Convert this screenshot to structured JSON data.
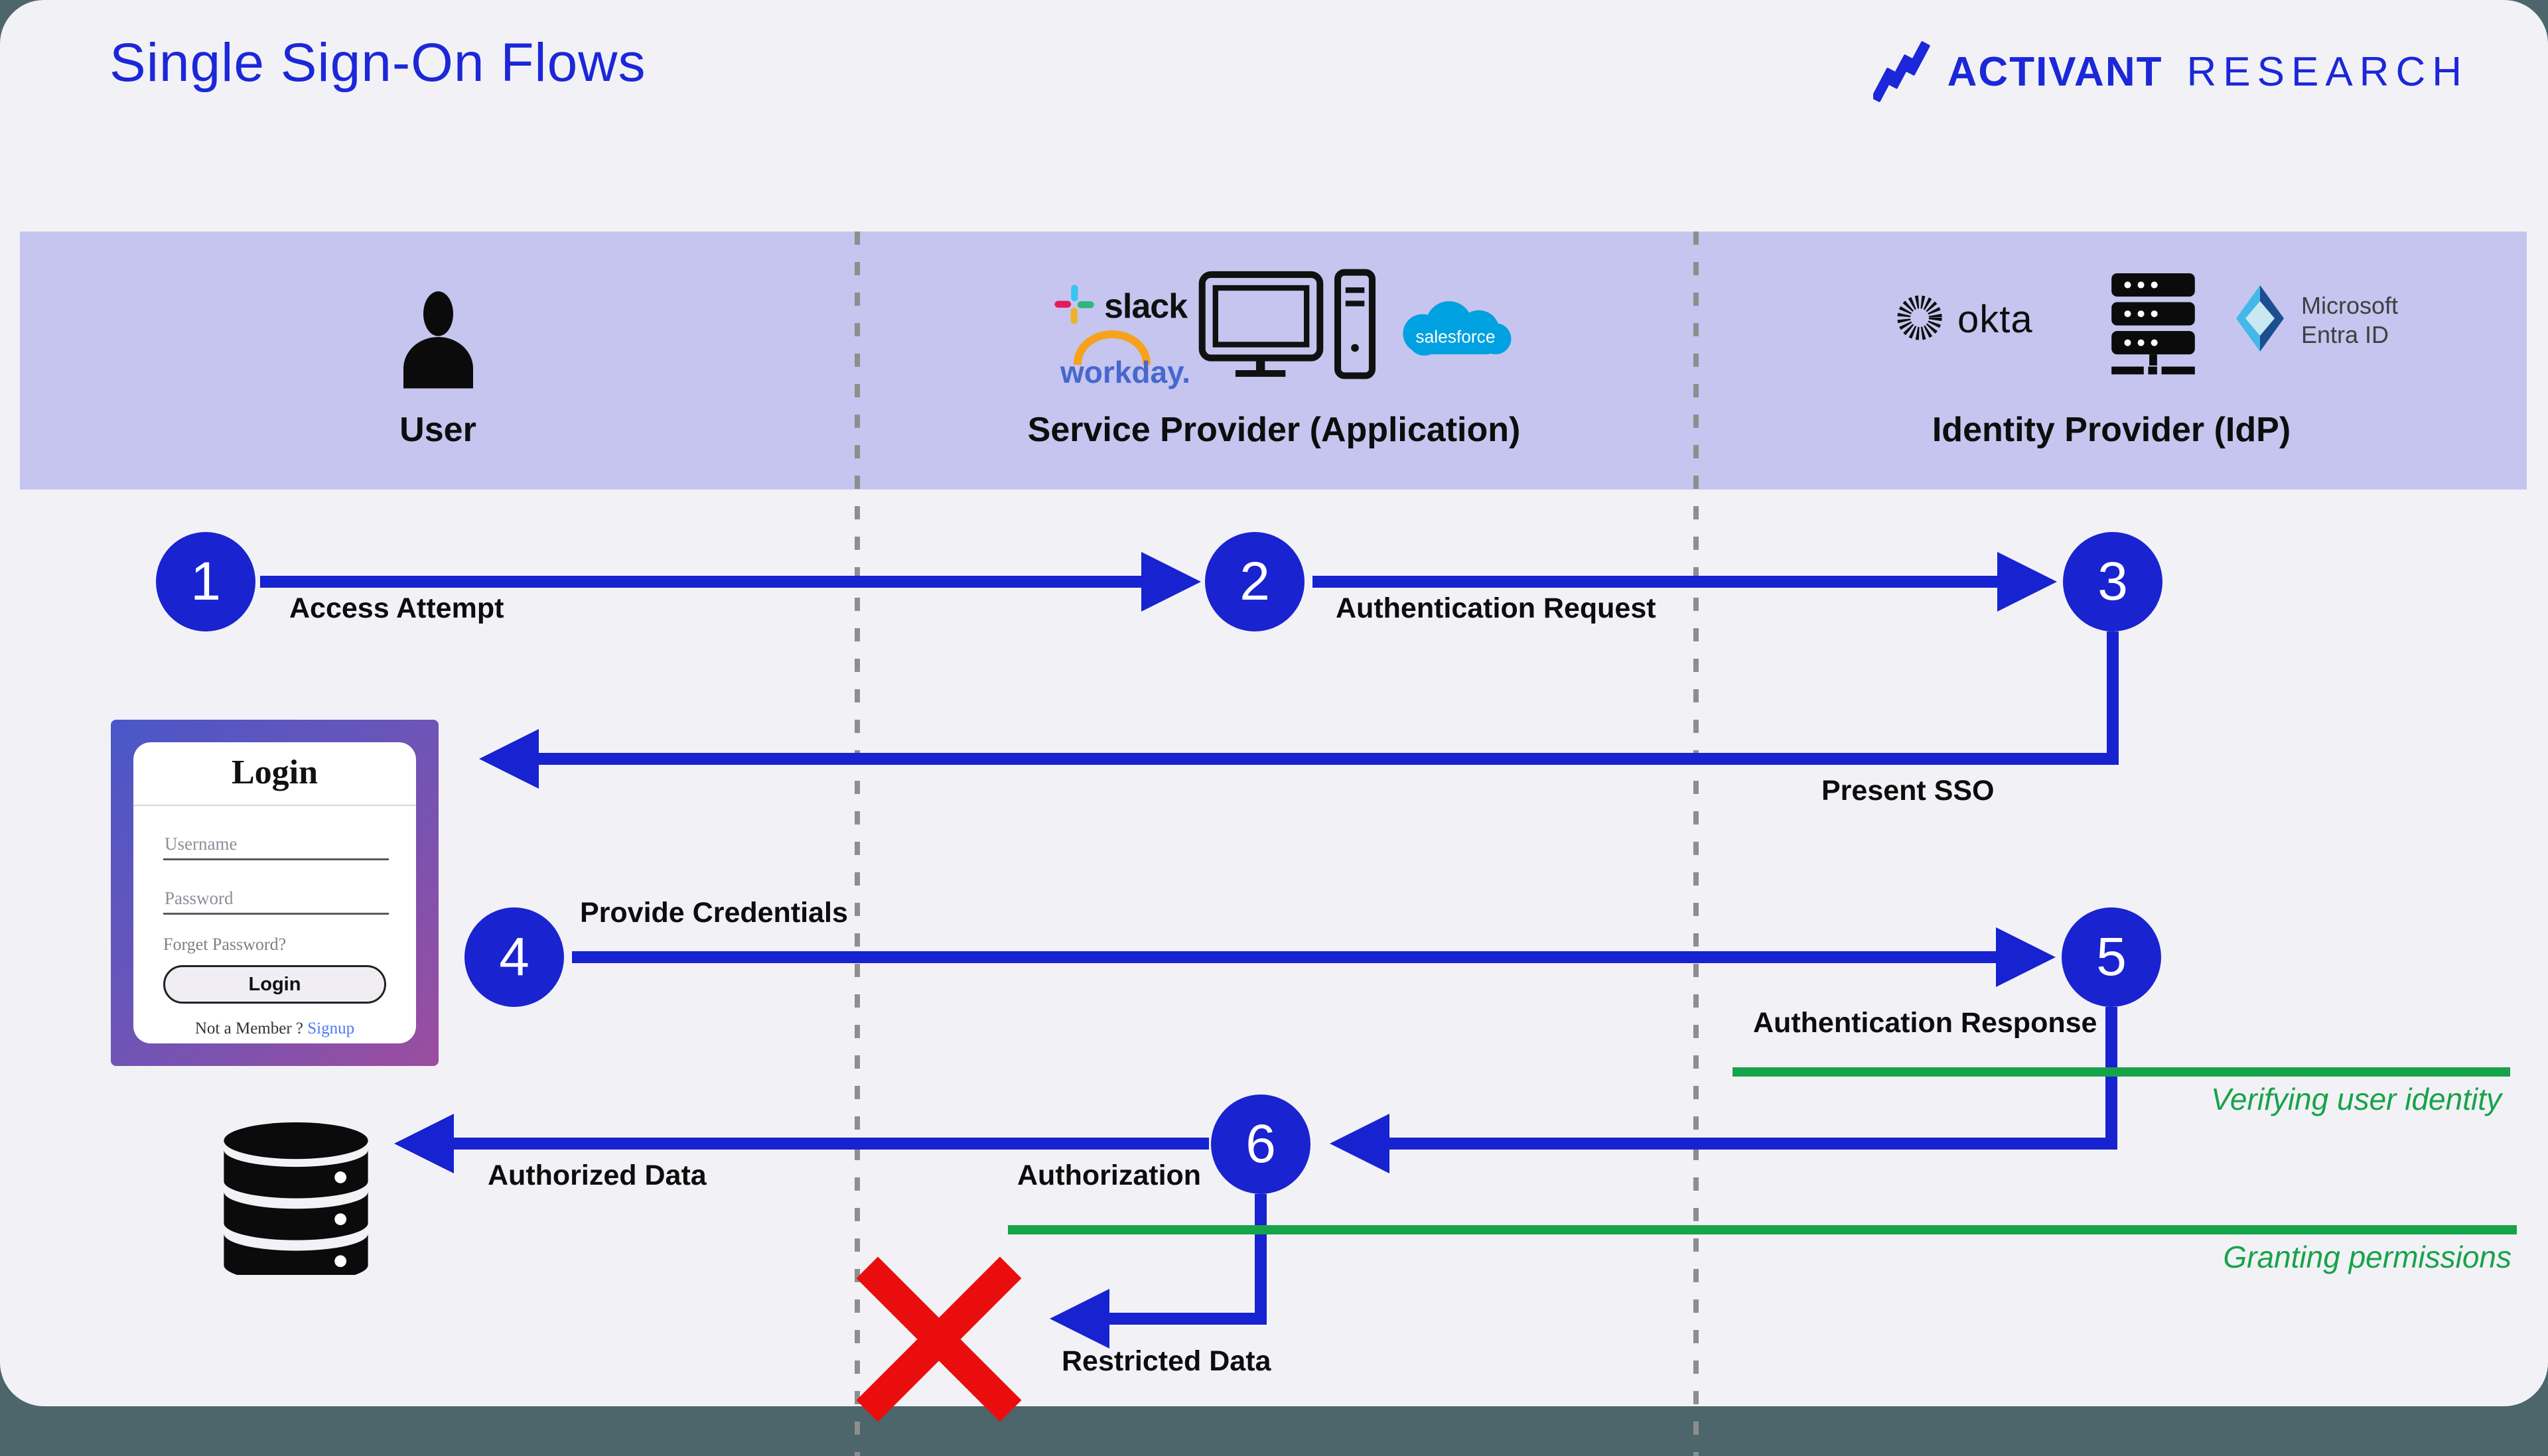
{
  "page": {
    "title": "Single Sign-On Flows"
  },
  "brand": {
    "name": "ACTIVANT",
    "suffix": "RESEARCH"
  },
  "colors": {
    "accent_blue": "#1B27D8",
    "circle_blue": "#1A23D0",
    "band_purple": "#C5C5EF",
    "green": "#17A34A",
    "red": "#EA0D0D",
    "canvas": "#F2F2F6",
    "frame": "#4C666B"
  },
  "columns": [
    {
      "label": "User"
    },
    {
      "label": "Service Provider (Application)"
    },
    {
      "label": "Identity Provider (IdP)"
    }
  ],
  "logos": {
    "slack": "slack",
    "workday": "workday.",
    "salesforce": "salesforce",
    "okta": "okta",
    "entra_line1": "Microsoft",
    "entra_line2": "Entra ID"
  },
  "icons": {
    "user": "person-silhouette",
    "service_provider": "desktop-computer",
    "identity_provider": "server-rack",
    "data_store": "database-cylinder",
    "denied": "red-x"
  },
  "steps": [
    {
      "num": "1",
      "label": "Access Attempt"
    },
    {
      "num": "2",
      "label": "Authentication Request"
    },
    {
      "num": "3",
      "label": "Present SSO"
    },
    {
      "num": "4",
      "label": "Provide Credentials"
    },
    {
      "num": "5",
      "label": "Authentication Response"
    },
    {
      "num": "6",
      "label": "Authorization"
    }
  ],
  "annotations": {
    "verify": "Verifying user identity",
    "grant": "Granting permissions",
    "authorized": "Authorized Data",
    "restricted": "Restricted Data"
  },
  "login": {
    "title": "Login",
    "username_placeholder": "Username",
    "password_placeholder": "Password",
    "forgot": "Forget Password?",
    "button": "Login",
    "footer_text": "Not a Member ?",
    "signup": "Signup"
  }
}
